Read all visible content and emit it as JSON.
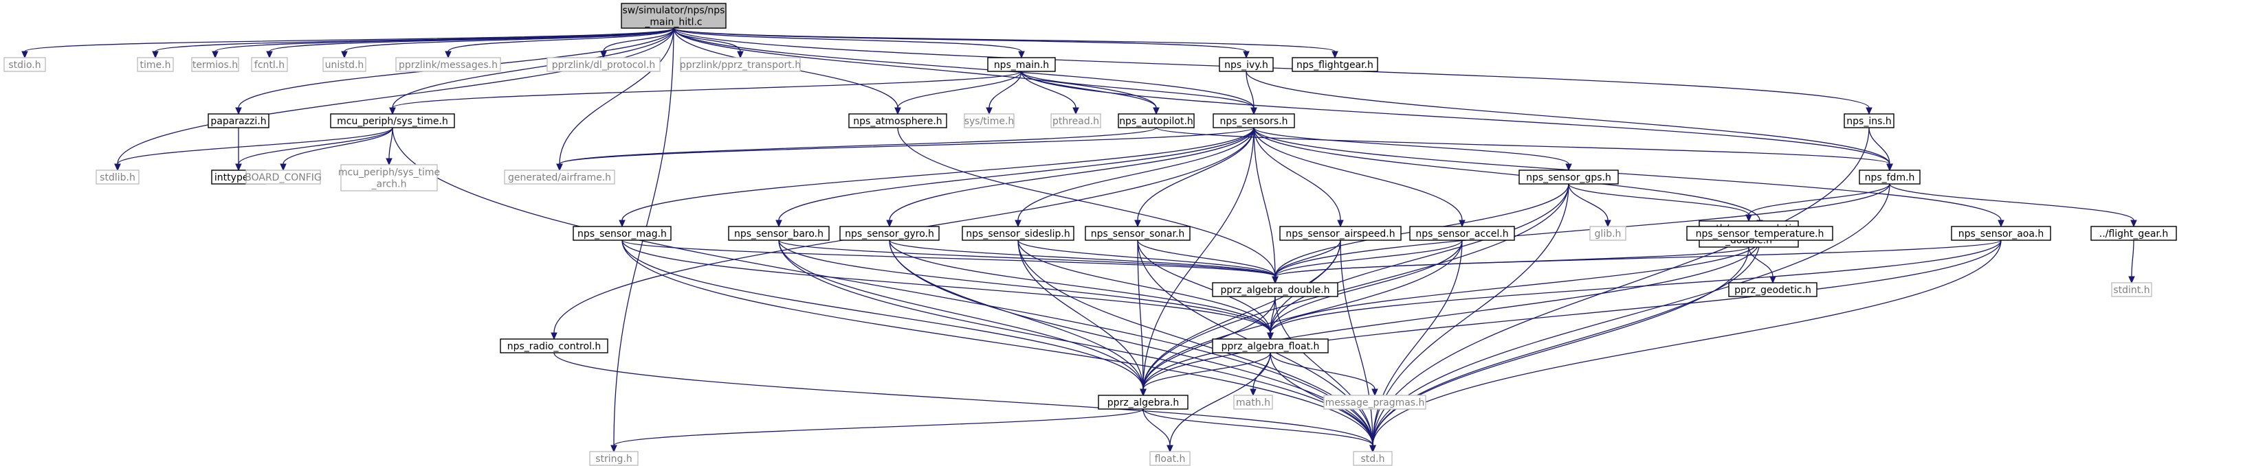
{
  "diagram": {
    "type": "include-dependency-graph",
    "colors": {
      "edge": "#191970",
      "root_fill": "#bfbfbf",
      "doc_border": "#000000",
      "ext_border": "#bfbfbf",
      "ext_text": "#808080"
    },
    "root": "root",
    "nodes": [
      {
        "id": "root",
        "lines": [
          "sw/simulator/nps/nps",
          "_main_hitl.c"
        ],
        "kind": "root"
      },
      {
        "id": "stdio",
        "lines": [
          "stdio.h"
        ],
        "kind": "ext"
      },
      {
        "id": "time",
        "lines": [
          "time.h"
        ],
        "kind": "ext"
      },
      {
        "id": "termios",
        "lines": [
          "termios.h"
        ],
        "kind": "ext"
      },
      {
        "id": "fcntl",
        "lines": [
          "fcntl.h"
        ],
        "kind": "ext"
      },
      {
        "id": "unistd",
        "lines": [
          "unistd.h"
        ],
        "kind": "ext"
      },
      {
        "id": "pprz_messages",
        "lines": [
          "pprzlink/messages.h"
        ],
        "kind": "ext"
      },
      {
        "id": "dl_protocol",
        "lines": [
          "pprzlink/dl_protocol.h"
        ],
        "kind": "ext"
      },
      {
        "id": "pprz_transport",
        "lines": [
          "pprzlink/pprz_transport.h"
        ],
        "kind": "ext"
      },
      {
        "id": "nps_main",
        "lines": [
          "nps_main.h"
        ],
        "kind": "doc"
      },
      {
        "id": "nps_ivy",
        "lines": [
          "nps_ivy.h"
        ],
        "kind": "doc"
      },
      {
        "id": "nps_flightgear",
        "lines": [
          "nps_flightgear.h"
        ],
        "kind": "doc"
      },
      {
        "id": "nps_ins",
        "lines": [
          "nps_ins.h"
        ],
        "kind": "doc"
      },
      {
        "id": "paparazzi",
        "lines": [
          "paparazzi.h"
        ],
        "kind": "doc"
      },
      {
        "id": "sys_time",
        "lines": [
          "mcu_periph/sys_time.h"
        ],
        "kind": "doc"
      },
      {
        "id": "nps_atmosphere",
        "lines": [
          "nps_atmosphere.h"
        ],
        "kind": "doc"
      },
      {
        "id": "systime_h",
        "lines": [
          "sys/time.h"
        ],
        "kind": "ext"
      },
      {
        "id": "pthread",
        "lines": [
          "pthread.h"
        ],
        "kind": "ext"
      },
      {
        "id": "nps_autopilot",
        "lines": [
          "nps_autopilot.h"
        ],
        "kind": "doc"
      },
      {
        "id": "nps_sensors",
        "lines": [
          "nps_sensors.h"
        ],
        "kind": "doc"
      },
      {
        "id": "stdlib",
        "lines": [
          "stdlib.h"
        ],
        "kind": "ext"
      },
      {
        "id": "inttypes",
        "lines": [
          "inttypes.h"
        ],
        "kind": "doc"
      },
      {
        "id": "board_config",
        "lines": [
          "BOARD_CONFIG"
        ],
        "kind": "ext"
      },
      {
        "id": "sys_time_arch",
        "lines": [
          "mcu_periph/sys_time",
          "_arch.h"
        ],
        "kind": "ext"
      },
      {
        "id": "airframe",
        "lines": [
          "generated/airframe.h"
        ],
        "kind": "ext"
      },
      {
        "id": "nps_fdm",
        "lines": [
          "nps_fdm.h"
        ],
        "kind": "doc"
      },
      {
        "id": "nps_sensor_gps",
        "lines": [
          "nps_sensor_gps.h"
        ],
        "kind": "doc"
      },
      {
        "id": "glib",
        "lines": [
          "glib.h"
        ],
        "kind": "ext"
      },
      {
        "id": "pprz_geodetic_double",
        "lines": [
          "math/pprz_geodetic",
          "_double.h"
        ],
        "kind": "doc"
      },
      {
        "id": "flight_gear",
        "lines": [
          "../flight_gear.h"
        ],
        "kind": "doc"
      },
      {
        "id": "stdint",
        "lines": [
          "stdint.h"
        ],
        "kind": "ext"
      },
      {
        "id": "nps_sensor_mag",
        "lines": [
          "nps_sensor_mag.h"
        ],
        "kind": "doc"
      },
      {
        "id": "nps_sensor_baro",
        "lines": [
          "nps_sensor_baro.h"
        ],
        "kind": "doc"
      },
      {
        "id": "nps_sensor_gyro",
        "lines": [
          "nps_sensor_gyro.h"
        ],
        "kind": "doc"
      },
      {
        "id": "nps_sensor_sideslip",
        "lines": [
          "nps_sensor_sideslip.h"
        ],
        "kind": "doc"
      },
      {
        "id": "nps_sensor_sonar",
        "lines": [
          "nps_sensor_sonar.h"
        ],
        "kind": "doc"
      },
      {
        "id": "nps_sensor_airspeed",
        "lines": [
          "nps_sensor_airspeed.h"
        ],
        "kind": "doc"
      },
      {
        "id": "nps_sensor_accel",
        "lines": [
          "nps_sensor_accel.h"
        ],
        "kind": "doc"
      },
      {
        "id": "nps_sensor_temperature",
        "lines": [
          "nps_sensor_temperature.h"
        ],
        "kind": "doc"
      },
      {
        "id": "nps_sensor_aoa",
        "lines": [
          "nps_sensor_aoa.h"
        ],
        "kind": "doc"
      },
      {
        "id": "pprz_algebra_double",
        "lines": [
          "pprz_algebra_double.h"
        ],
        "kind": "doc"
      },
      {
        "id": "pprz_geodetic",
        "lines": [
          "pprz_geodetic.h"
        ],
        "kind": "doc"
      },
      {
        "id": "pprz_algebra_float",
        "lines": [
          "pprz_algebra_float.h"
        ],
        "kind": "doc"
      },
      {
        "id": "nps_radio_control",
        "lines": [
          "nps_radio_control.h"
        ],
        "kind": "doc"
      },
      {
        "id": "math_h",
        "lines": [
          "math.h"
        ],
        "kind": "ext"
      },
      {
        "id": "message_pragmas",
        "lines": [
          "message_pragmas.h"
        ],
        "kind": "ext"
      },
      {
        "id": "pprz_algebra",
        "lines": [
          "pprz_algebra.h"
        ],
        "kind": "doc"
      },
      {
        "id": "string_h",
        "lines": [
          "string.h"
        ],
        "kind": "ext"
      },
      {
        "id": "float_h",
        "lines": [
          "float.h"
        ],
        "kind": "ext"
      },
      {
        "id": "std_h",
        "lines": [
          "std.h"
        ],
        "kind": "ext"
      }
    ],
    "edges": [
      [
        "root",
        "stdio"
      ],
      [
        "root",
        "time"
      ],
      [
        "root",
        "termios"
      ],
      [
        "root",
        "fcntl"
      ],
      [
        "root",
        "unistd"
      ],
      [
        "root",
        "pprz_messages"
      ],
      [
        "root",
        "dl_protocol"
      ],
      [
        "root",
        "pprz_transport"
      ],
      [
        "root",
        "nps_main"
      ],
      [
        "root",
        "nps_ivy"
      ],
      [
        "root",
        "nps_flightgear"
      ],
      [
        "root",
        "nps_ins"
      ],
      [
        "root",
        "paparazzi"
      ],
      [
        "root",
        "sys_time"
      ],
      [
        "root",
        "nps_atmosphere"
      ],
      [
        "root",
        "nps_autopilot"
      ],
      [
        "root",
        "nps_sensors"
      ],
      [
        "root",
        "stdlib"
      ],
      [
        "root",
        "airframe"
      ],
      [
        "root",
        "string_h"
      ],
      [
        "nps_main",
        "sys_time"
      ],
      [
        "nps_main",
        "nps_atmosphere"
      ],
      [
        "nps_main",
        "systime_h"
      ],
      [
        "nps_main",
        "pthread"
      ],
      [
        "nps_main",
        "nps_autopilot"
      ],
      [
        "nps_main",
        "nps_sensors"
      ],
      [
        "nps_main",
        "nps_fdm"
      ],
      [
        "nps_ivy",
        "nps_sensors"
      ],
      [
        "nps_ivy",
        "nps_fdm"
      ],
      [
        "nps_ins",
        "nps_fdm"
      ],
      [
        "nps_ins",
        "std_h"
      ],
      [
        "paparazzi",
        "inttypes"
      ],
      [
        "sys_time",
        "stdlib"
      ],
      [
        "sys_time",
        "inttypes"
      ],
      [
        "sys_time",
        "board_config"
      ],
      [
        "sys_time",
        "sys_time_arch"
      ],
      [
        "sys_time",
        "std_h"
      ],
      [
        "nps_atmosphere",
        "pprz_algebra_double"
      ],
      [
        "nps_autopilot",
        "airframe"
      ],
      [
        "nps_autopilot",
        "nps_fdm"
      ],
      [
        "nps_sensors",
        "airframe"
      ],
      [
        "nps_sensors",
        "nps_radio_control"
      ],
      [
        "nps_sensors",
        "nps_sensor_mag"
      ],
      [
        "nps_sensors",
        "nps_sensor_baro"
      ],
      [
        "nps_sensors",
        "nps_sensor_gyro"
      ],
      [
        "nps_sensors",
        "nps_sensor_sideslip"
      ],
      [
        "nps_sensors",
        "nps_sensor_sonar"
      ],
      [
        "nps_sensors",
        "nps_sensor_airspeed"
      ],
      [
        "nps_sensors",
        "nps_sensor_accel"
      ],
      [
        "nps_sensors",
        "nps_sensor_gps"
      ],
      [
        "nps_sensors",
        "nps_sensor_temperature"
      ],
      [
        "nps_sensors",
        "nps_sensor_aoa"
      ],
      [
        "nps_sensors",
        "pprz_algebra"
      ],
      [
        "nps_sensors",
        "pprz_algebra_double"
      ],
      [
        "nps_fdm",
        "pprz_geodetic_double"
      ],
      [
        "nps_fdm",
        "pprz_algebra_double"
      ],
      [
        "nps_fdm",
        "flight_gear"
      ],
      [
        "nps_fdm",
        "std_h"
      ],
      [
        "flight_gear",
        "stdint"
      ],
      [
        "nps_sensor_gps",
        "glib"
      ],
      [
        "nps_sensor_gps",
        "pprz_geodetic_double"
      ],
      [
        "nps_sensor_gps",
        "pprz_algebra_double"
      ],
      [
        "nps_sensor_gps",
        "pprz_algebra_float"
      ],
      [
        "nps_sensor_gps",
        "pprz_algebra"
      ],
      [
        "nps_sensor_gps",
        "std_h"
      ],
      [
        "pprz_geodetic_double",
        "pprz_geodetic"
      ],
      [
        "pprz_geodetic_double",
        "pprz_algebra_double"
      ],
      [
        "pprz_geodetic_double",
        "std_h"
      ],
      [
        "nps_sensor_mag",
        "pprz_algebra_double"
      ],
      [
        "nps_sensor_mag",
        "pprz_algebra_float"
      ],
      [
        "nps_sensor_mag",
        "pprz_algebra"
      ],
      [
        "nps_sensor_mag",
        "std_h"
      ],
      [
        "nps_sensor_baro",
        "pprz_algebra_double"
      ],
      [
        "nps_sensor_baro",
        "pprz_algebra_float"
      ],
      [
        "nps_sensor_baro",
        "pprz_algebra"
      ],
      [
        "nps_sensor_baro",
        "std_h"
      ],
      [
        "nps_sensor_gyro",
        "pprz_algebra_double"
      ],
      [
        "nps_sensor_gyro",
        "pprz_algebra_float"
      ],
      [
        "nps_sensor_gyro",
        "pprz_algebra"
      ],
      [
        "nps_sensor_gyro",
        "std_h"
      ],
      [
        "nps_sensor_sideslip",
        "pprz_algebra_double"
      ],
      [
        "nps_sensor_sideslip",
        "pprz_algebra_float"
      ],
      [
        "nps_sensor_sideslip",
        "pprz_algebra"
      ],
      [
        "nps_sensor_sideslip",
        "std_h"
      ],
      [
        "nps_sensor_sonar",
        "pprz_algebra_double"
      ],
      [
        "nps_sensor_sonar",
        "pprz_algebra_float"
      ],
      [
        "nps_sensor_sonar",
        "pprz_algebra"
      ],
      [
        "nps_sensor_sonar",
        "std_h"
      ],
      [
        "nps_sensor_airspeed",
        "pprz_algebra_double"
      ],
      [
        "nps_sensor_airspeed",
        "pprz_algebra_float"
      ],
      [
        "nps_sensor_airspeed",
        "pprz_algebra"
      ],
      [
        "nps_sensor_airspeed",
        "std_h"
      ],
      [
        "nps_sensor_accel",
        "pprz_algebra_double"
      ],
      [
        "nps_sensor_accel",
        "pprz_algebra_float"
      ],
      [
        "nps_sensor_accel",
        "pprz_algebra"
      ],
      [
        "nps_sensor_accel",
        "std_h"
      ],
      [
        "nps_sensor_temperature",
        "pprz_algebra_float"
      ],
      [
        "nps_sensor_temperature",
        "pprz_algebra"
      ],
      [
        "nps_sensor_temperature",
        "std_h"
      ],
      [
        "nps_sensor_aoa",
        "pprz_algebra_double"
      ],
      [
        "nps_sensor_aoa",
        "pprz_algebra_float"
      ],
      [
        "nps_sensor_aoa",
        "pprz_algebra"
      ],
      [
        "nps_sensor_aoa",
        "std_h"
      ],
      [
        "pprz_algebra_double",
        "pprz_algebra_float"
      ],
      [
        "pprz_algebra_double",
        "pprz_algebra"
      ],
      [
        "pprz_algebra_double",
        "std_h"
      ],
      [
        "pprz_algebra_float",
        "math_h"
      ],
      [
        "pprz_algebra_float",
        "message_pragmas"
      ],
      [
        "pprz_algebra_float",
        "float_h"
      ],
      [
        "pprz_algebra_float",
        "pprz_algebra"
      ],
      [
        "pprz_algebra_float",
        "std_h"
      ],
      [
        "nps_radio_control",
        "std_h"
      ],
      [
        "pprz_algebra",
        "string_h"
      ],
      [
        "pprz_algebra",
        "float_h"
      ],
      [
        "pprz_algebra",
        "std_h"
      ]
    ]
  }
}
